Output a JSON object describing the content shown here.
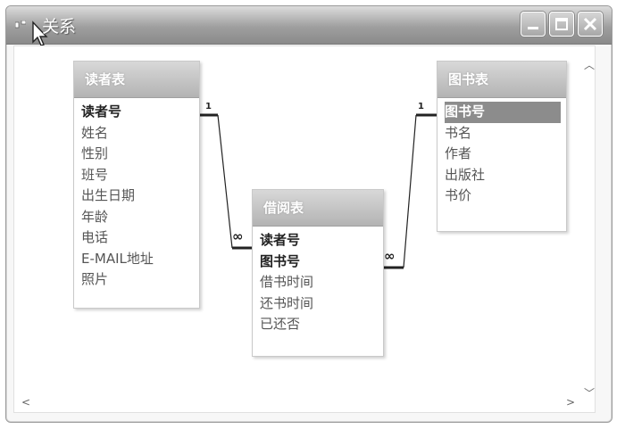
{
  "window": {
    "title": "关系"
  },
  "tables": {
    "reader": {
      "title": "读者表",
      "fields": [
        "读者号",
        "姓名",
        "性别",
        "班号",
        "出生日期",
        "年龄",
        "电话",
        "E-MAIL地址",
        "照片"
      ]
    },
    "borrow": {
      "title": "借阅表",
      "fields": [
        "读者号",
        "图书号",
        "借书时间",
        "还书时间",
        "已还否"
      ]
    },
    "book": {
      "title": "图书表",
      "fields": [
        "图书号",
        "书名",
        "作者",
        "出版社",
        "书价"
      ]
    }
  },
  "relationships": {
    "reader_borrow": {
      "one": "1",
      "many": "∞"
    },
    "book_borrow": {
      "one": "1",
      "many": "∞"
    }
  }
}
